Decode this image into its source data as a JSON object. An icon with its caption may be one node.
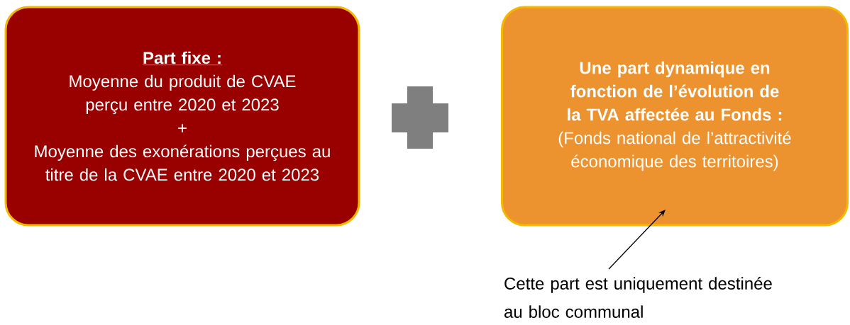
{
  "diagram": {
    "nodes": [
      {
        "text": [
          "Part fixe :",
          "Moyenne du produit de CVAE perçu entre 2020 et 2023",
          "+",
          "Moyenne des exonérations perçues au titre de la CVAE entre 2020 et 2023"
        ]
      },
      {
        "text": [
          "Une part dynamique en fonction de l’évolution de la TVA affectée au Fonds :",
          "(Fonds national de l’attractivité économique des territoires)"
        ]
      },
      {
        "text": [
          "Cette part est uniquement destinée au bloc communal"
        ]
      }
    ],
    "edges": [
      {
        "from": 2,
        "to": 1,
        "arrow": "to"
      }
    ]
  }
}
